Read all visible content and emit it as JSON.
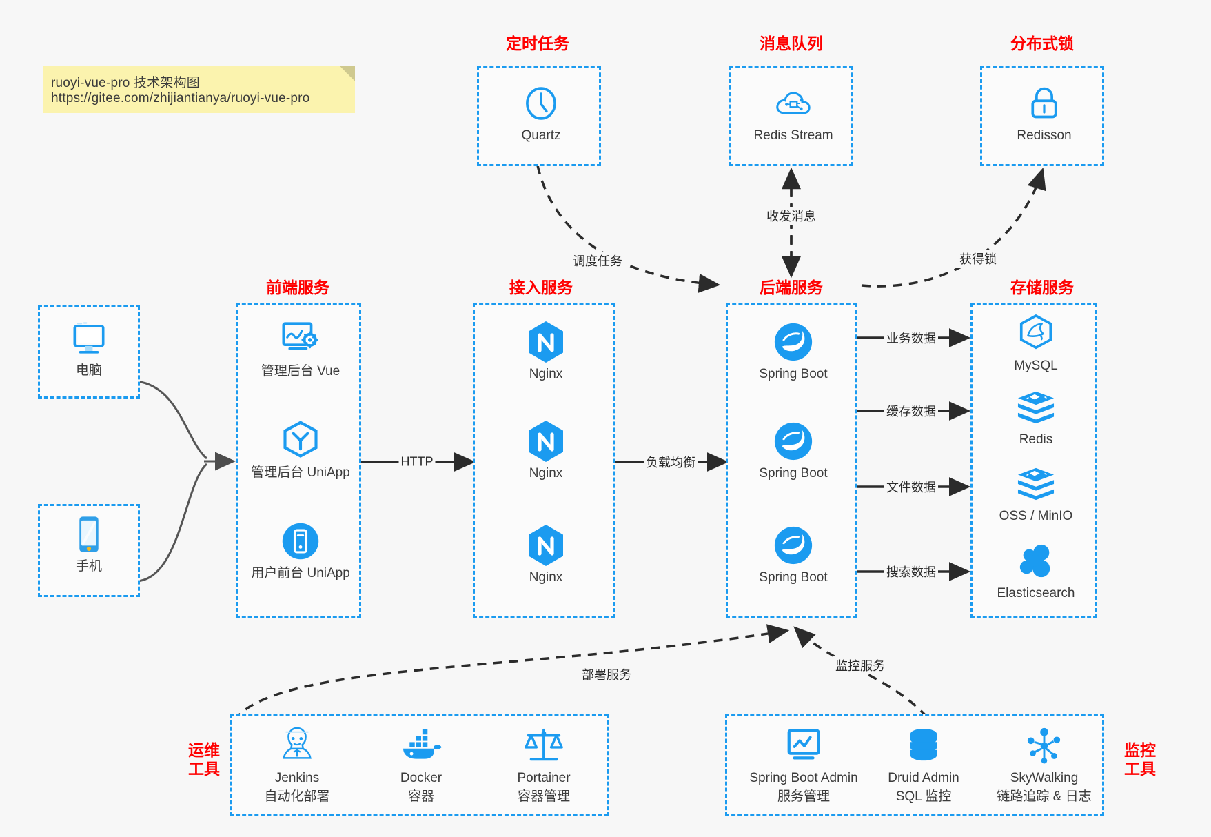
{
  "note": {
    "line1": "ruoyi-vue-pro 技术架构图",
    "line2": "https://gitee.com/zhijiantianya/ruoyi-vue-pro"
  },
  "colors": {
    "accent": "#1b9bf0",
    "caption": "#ff0000",
    "text": "#3b3b3b",
    "note_bg": "#fbf3ae",
    "canvas": "#f7f7f7",
    "edge": "#2b2b2b"
  },
  "captions": {
    "scheduled_tasks": "定时任务",
    "message_queue": "消息队列",
    "distributed_lock": "分布式锁",
    "frontend": "前端服务",
    "gateway": "接入服务",
    "backend": "后端服务",
    "storage": "存储服务",
    "devops_line1": "运维",
    "devops_line2": "工具",
    "monitor_line1": "监控",
    "monitor_line2": "工具"
  },
  "groups": {
    "clients": [
      {
        "icon": "desktop-icon",
        "label": "电脑"
      },
      {
        "icon": "mobile-icon",
        "label": "手机"
      }
    ],
    "scheduled_tasks": [
      {
        "icon": "clock-icon",
        "label": "Quartz"
      }
    ],
    "message_queue": [
      {
        "icon": "cloud-stream-icon",
        "label": "Redis Stream"
      }
    ],
    "distributed_lock": [
      {
        "icon": "lock-icon",
        "label": "Redisson"
      }
    ],
    "frontend": [
      {
        "icon": "admin-vue-icon",
        "label": "管理后台 Vue"
      },
      {
        "icon": "uniapp-icon",
        "label": "管理后台 UniApp"
      },
      {
        "icon": "app-icon",
        "label": "用户前台 UniApp"
      }
    ],
    "gateway": [
      {
        "icon": "nginx-icon",
        "label": "Nginx"
      },
      {
        "icon": "nginx-icon",
        "label": "Nginx"
      },
      {
        "icon": "nginx-icon",
        "label": "Nginx"
      }
    ],
    "backend": [
      {
        "icon": "spring-boot-icon",
        "label": "Spring Boot"
      },
      {
        "icon": "spring-boot-icon",
        "label": "Spring Boot"
      },
      {
        "icon": "spring-boot-icon",
        "label": "Spring Boot"
      }
    ],
    "storage": [
      {
        "icon": "mysql-icon",
        "label": "MySQL"
      },
      {
        "icon": "redis-icon",
        "label": "Redis"
      },
      {
        "icon": "oss-icon",
        "label": "OSS / MinIO"
      },
      {
        "icon": "elasticsearch-icon",
        "label": "Elasticsearch"
      }
    ],
    "devops": [
      {
        "icon": "jenkins-icon",
        "label": "Jenkins",
        "sublabel": "自动化部署"
      },
      {
        "icon": "docker-icon",
        "label": "Docker",
        "sublabel": "容器"
      },
      {
        "icon": "portainer-icon",
        "label": "Portainer",
        "sublabel": "容器管理"
      }
    ],
    "monitor": [
      {
        "icon": "monitor-screen-icon",
        "label": "Spring Boot Admin",
        "sublabel": "服务管理"
      },
      {
        "icon": "database-icon",
        "label": "Druid Admin",
        "sublabel": "SQL 监控"
      },
      {
        "icon": "skywalking-icon",
        "label": "SkyWalking",
        "sublabel": "链路追踪 & 日志"
      }
    ]
  },
  "edges": {
    "http": "HTTP",
    "load_balance": "负载均衡",
    "schedule_task": "调度任务",
    "send_receive_message": "收发消息",
    "acquire_lock": "获得锁",
    "business_data": "业务数据",
    "cache_data": "缓存数据",
    "file_data": "文件数据",
    "search_data": "搜索数据",
    "deploy_service": "部署服务",
    "monitor_service": "监控服务"
  }
}
